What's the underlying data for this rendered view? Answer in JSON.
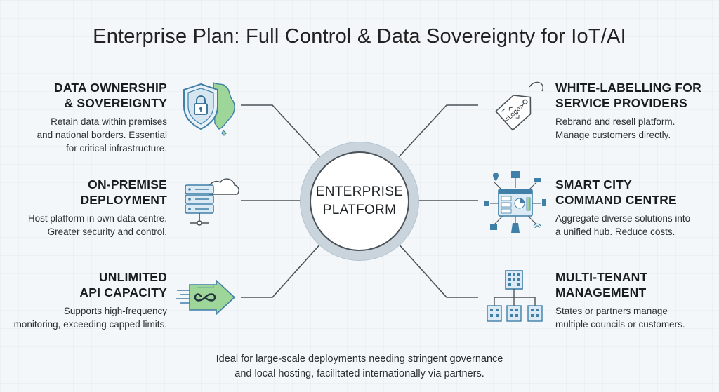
{
  "title": "Enterprise Plan: Full Control & Data Sovereignty for IoT/AI",
  "hub": {
    "line1": "ENTERPRISE",
    "line2": "PLATFORM"
  },
  "features": {
    "data_ownership": {
      "title": [
        "DATA OWNERSHIP",
        "& SOVEREIGNTY"
      ],
      "desc": [
        "Retain data within premises",
        "and national borders. Essential",
        "for critical infrastructure."
      ],
      "icon": "shield-lock-map-icon"
    },
    "on_premise": {
      "title": [
        "ON-PREMISE",
        "DEPLOYMENT"
      ],
      "desc": [
        "Host platform in own data centre.",
        "Greater security and control."
      ],
      "icon": "server-cloud-icon"
    },
    "unlimited_api": {
      "title": [
        "UNLIMITED",
        "API CAPACITY"
      ],
      "desc": [
        "Supports high-frequency",
        "monitoring, exceeding capped limits."
      ],
      "icon": "infinity-arrow-icon"
    },
    "white_labelling": {
      "title": [
        "WHITE-LABELLING FOR",
        "SERVICE PROVIDERS"
      ],
      "desc": [
        "Rebrand and resell platform.",
        "Manage customers directly."
      ],
      "icon": "logo-tag-icon",
      "tag_text": "<Logo>"
    },
    "smart_city": {
      "title": [
        "SMART CITY",
        "COMMAND CENTRE"
      ],
      "desc": [
        "Aggregate diverse solutions into",
        "a unified hub. Reduce costs."
      ],
      "icon": "dashboard-hub-icon"
    },
    "multi_tenant": {
      "title": [
        "MULTI-TENANT",
        "MANAGEMENT"
      ],
      "desc": [
        "States or partners manage",
        "multiple councils or customers."
      ],
      "icon": "buildings-hierarchy-icon"
    }
  },
  "footer": [
    "Ideal for large-scale deployments needing stringent governance",
    "and local hosting, facilitated internationally via partners."
  ],
  "colors": {
    "accent_blue": "#3f7fa8",
    "accent_green": "#8fcf8a",
    "line": "#4a5259",
    "background": "#f4f7fa"
  }
}
